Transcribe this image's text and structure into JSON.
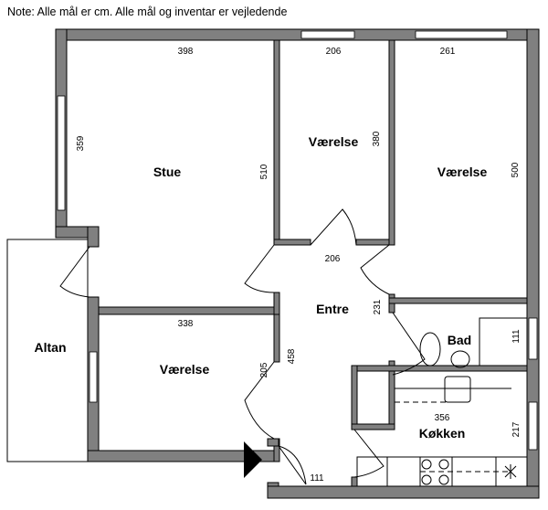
{
  "note": "Note: Alle mål er cm. Alle mål og inventar er vejledende",
  "rooms": {
    "stue": "Stue",
    "vaerelse_middle": "Værelse",
    "vaerelse_right": "Værelse",
    "vaerelse_lower": "Værelse",
    "altan": "Altan",
    "entre": "Entre",
    "bad": "Bad",
    "koekken": "Køkken"
  },
  "dimensions": {
    "stue_width": "398",
    "stue_height": "510",
    "stue_window": "359",
    "vaerelse_middle_width": "206",
    "vaerelse_middle_height": "380",
    "vaerelse_right_width": "261",
    "vaerelse_right_height": "500",
    "entre_width": "206",
    "entre_height": "458",
    "entre_side": "231",
    "entre_bottom": "111",
    "vaerelse_lower_width": "338",
    "vaerelse_lower_height": "205",
    "bad_height": "111",
    "koekken_width": "356",
    "koekken_height": "217"
  }
}
